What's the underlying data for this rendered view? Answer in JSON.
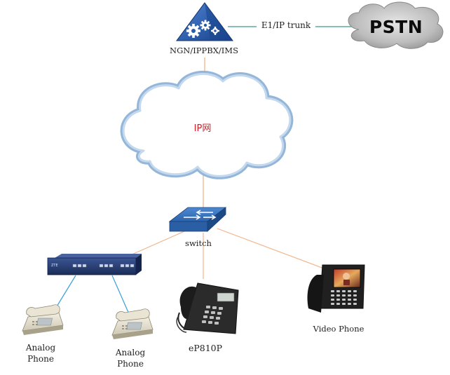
{
  "title": "",
  "nodes": {
    "ngn": {
      "label": "NGN/IPPBX/IMS",
      "icon": "server-gears-icon"
    },
    "pstn": {
      "label": "PSTN",
      "icon": "cloud-icon"
    },
    "ip_network": {
      "label": "IP网",
      "icon": "cloud-icon"
    },
    "switch": {
      "label": "switch",
      "icon": "network-switch-icon"
    },
    "gateway": {
      "brand": "ZTE",
      "icon": "voip-gateway-icon"
    },
    "analog_phone_1": {
      "label_line1": "Analog",
      "label_line2": "Phone",
      "icon": "analog-phone-icon"
    },
    "analog_phone_2": {
      "label_line1": "Analog",
      "label_line2": "Phone",
      "icon": "analog-phone-icon"
    },
    "ep810p": {
      "label": "eP810P",
      "icon": "ip-phone-icon"
    },
    "video_phone": {
      "label": "Video Phone",
      "icon": "video-phone-icon"
    }
  },
  "edges": [
    {
      "from": "ngn",
      "to": "pstn",
      "label": "E1/IP trunk",
      "color": "#3a9b8a"
    },
    {
      "from": "ngn",
      "to": "ip_network",
      "label": "",
      "color": "#f2b48c"
    },
    {
      "from": "ip_network",
      "to": "switch",
      "label": "",
      "color": "#f2b48c"
    },
    {
      "from": "switch",
      "to": "gateway",
      "label": "",
      "color": "#f2b48c"
    },
    {
      "from": "switch",
      "to": "ep810p",
      "label": "",
      "color": "#f2b48c"
    },
    {
      "from": "switch",
      "to": "video_phone",
      "label": "",
      "color": "#f2b48c"
    },
    {
      "from": "gateway",
      "to": "analog_phone_1",
      "label": "",
      "color": "#3aa0d8"
    },
    {
      "from": "gateway",
      "to": "analog_phone_2",
      "label": "",
      "color": "#3aa0d8"
    }
  ],
  "colors": {
    "cloud_outline": "#8fb3d8",
    "cloud_fill": "#ffffff",
    "pstn_cloud": "#bdbdbd",
    "ip_label": "#d0202a",
    "ngn_body": "#1e4fa0",
    "switch_body": "#2f6bb5",
    "gateway_body": "#253a6e"
  }
}
